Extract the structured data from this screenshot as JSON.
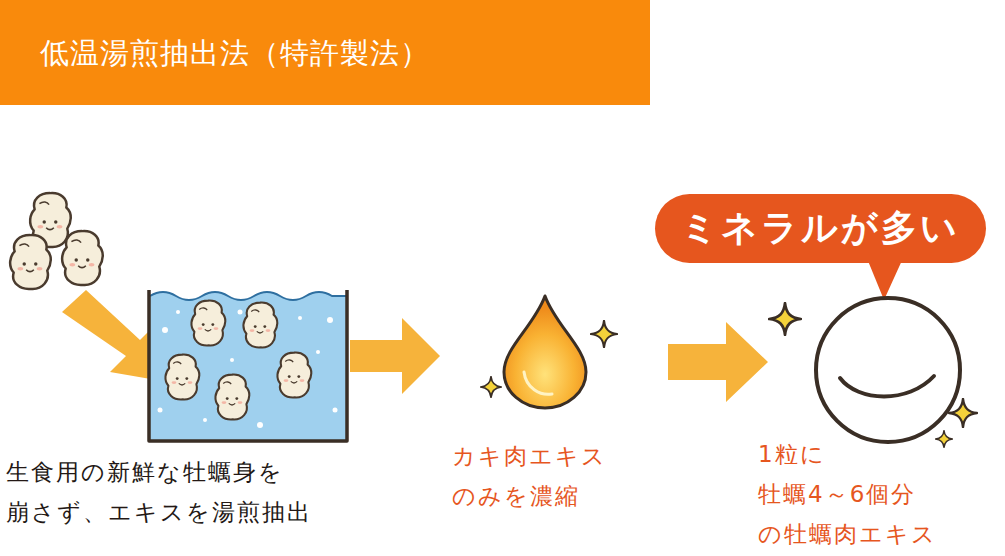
{
  "diagram": {
    "title": "低温湯煎抽出法（特許製法）",
    "nodes": [
      {
        "text": [
          "ミネラルが多い"
        ]
      }
    ],
    "labels": [
      "生食用の新鮮な牡蠣身を 崩さず、エキスを湯煎抽出",
      "カキ肉エキス のみを濃縮",
      "1粒に 牡蠣4～6個分 の牡蠣肉エキス"
    ]
  }
}
